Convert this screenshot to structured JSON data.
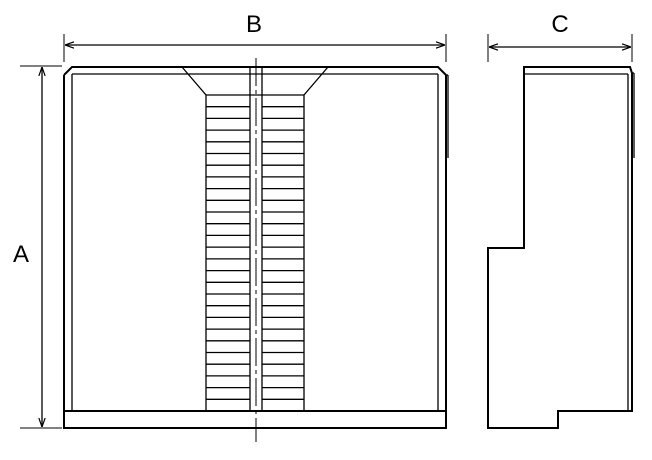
{
  "labels": {
    "a": "A",
    "b": "B",
    "c": "C"
  },
  "colors": {
    "line": "#000000",
    "background": "#ffffff"
  },
  "slots": {
    "count": 27
  }
}
